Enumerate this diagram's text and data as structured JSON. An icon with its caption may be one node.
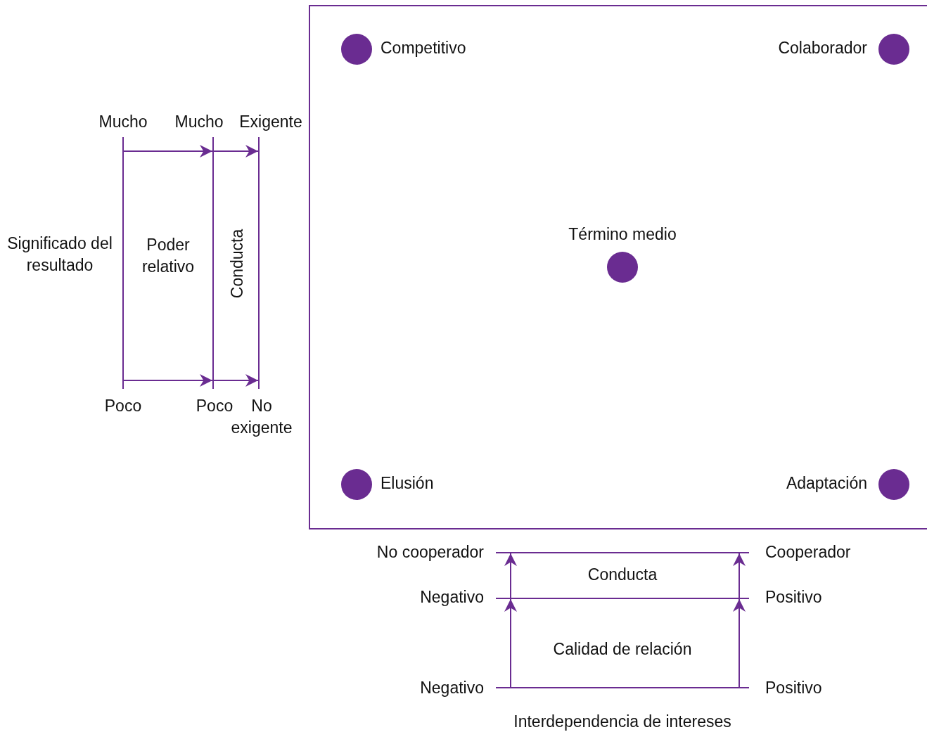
{
  "diagram": {
    "nodes": [
      {
        "text": [],
        "shape": "box"
      },
      {
        "text": [
          "Competitivo"
        ],
        "in": 0
      },
      {
        "text": [
          "Colaborador"
        ],
        "in": 0
      },
      {
        "text": [
          "Término medio"
        ],
        "in": 0
      },
      {
        "text": [
          "Elusión"
        ],
        "in": 0
      },
      {
        "text": [
          "Adaptación"
        ],
        "in": 0
      }
    ],
    "edges": [],
    "labels": [
      "Mucho",
      "Mucho",
      "Exigente",
      "Significado del resultado",
      "Poder relativo",
      "Conducta",
      "Poco",
      "Poco",
      "No exigente",
      "No cooperador",
      "Cooperador",
      "Conducta",
      "Negativo",
      "Positivo",
      "Calidad de relación",
      "Negativo",
      "Positivo",
      "Interdependencia de intereses"
    ]
  }
}
